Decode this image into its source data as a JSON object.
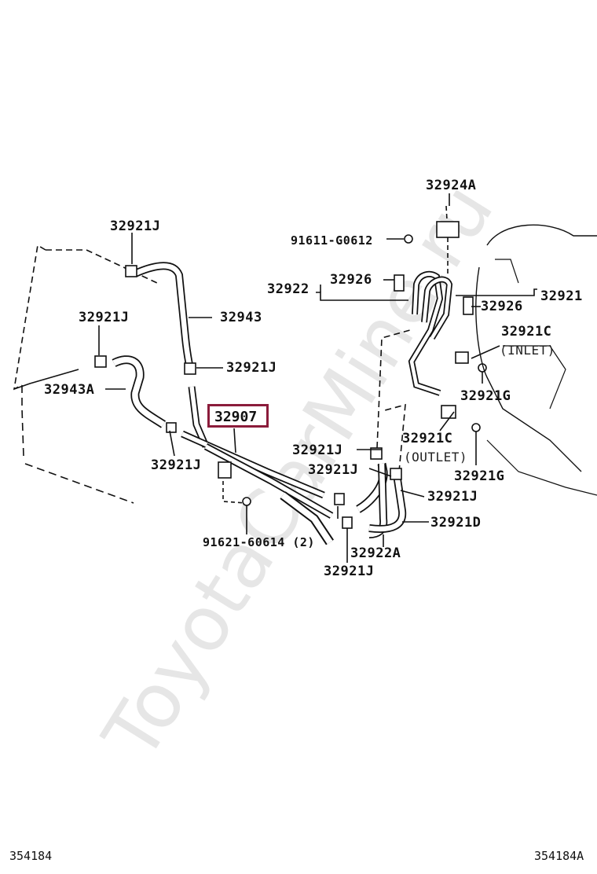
{
  "watermark": "ToyotaCarMine.ru",
  "highlight": {
    "part": "32907",
    "color": "#8b1c3b"
  },
  "labels": {
    "p32924A": "32924A",
    "p91611": "91611-G0612",
    "p32921J_a": "32921J",
    "p32943": "32943",
    "p32921J_b": "32921J",
    "p32922": "32922",
    "p32926_a": "32926",
    "p32921": "32921",
    "p32926_b": "32926",
    "p32921C_in": "32921C",
    "inlet": "(INLET)",
    "p32921J_c": "32921J",
    "p32943A": "32943A",
    "p32921G_a": "32921G",
    "p32921C_out": "32921C",
    "outlet": "(OUTLET)",
    "p32921J_d": "32921J",
    "p32921J_e": "32921J",
    "p32921J_f": "32921J",
    "p32921G_b": "32921G",
    "p32921J_g": "32921J",
    "p32921D": "32921D",
    "p91621": "91621-60614 (2)",
    "p32922A": "32922A",
    "p32921J_h": "32921J"
  },
  "footer": {
    "left": "354184",
    "right": "354184A"
  }
}
